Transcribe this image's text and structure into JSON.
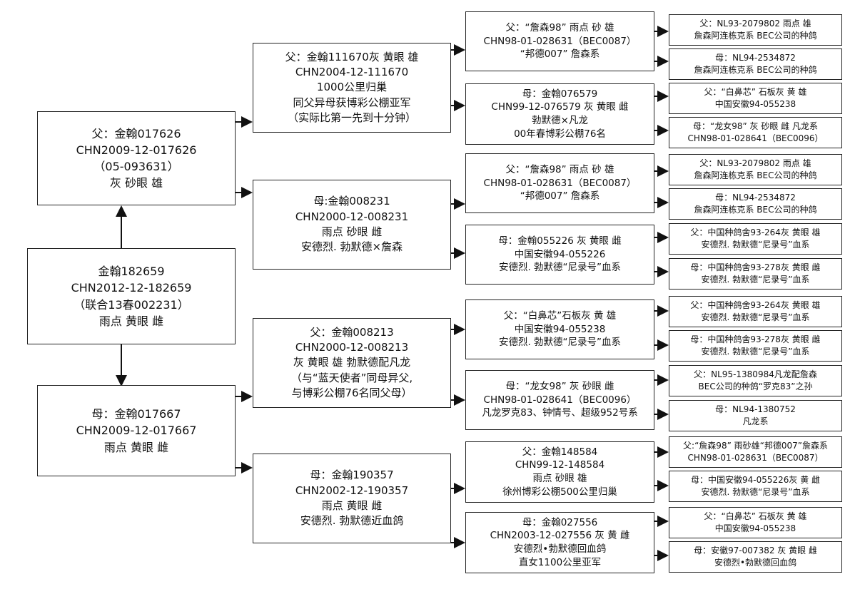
{
  "subject": {
    "lines": [
      "金翰182659",
      "CHN2012-12-182659",
      "（联合13春002231）",
      "雨点 黄眼 雌"
    ]
  },
  "father": {
    "lines": [
      "父：金翰017626",
      "CHN2009-12-017626",
      "（05-093631）",
      "灰 砂眼 雄"
    ]
  },
  "mother": {
    "lines": [
      "母：金翰017667",
      "CHN2009-12-017667",
      "雨点 黄眼 雌"
    ]
  },
  "gen2": [
    {
      "lines": [
        "父：金翰111670灰 黄眼 雄",
        "CHN2004-12-111670",
        "1000公里归巢",
        "同父异母获博彩公棚亚军",
        "（实际比第一先到十分钟）"
      ]
    },
    {
      "lines": [
        "母:金翰008231",
        "CHN2000-12-008231",
        "雨点 砂眼 雌",
        "安德烈. 勃默德×詹森"
      ]
    },
    {
      "lines": [
        "父：金翰008213",
        "CHN2000-12-008213",
        "灰 黄眼 雄  勃默德配凡龙",
        "（与“蓝天使者”同母异父,",
        "与博彩公棚76名同父母）"
      ]
    },
    {
      "lines": [
        "母：金翰190357",
        "CHN2002-12-190357",
        "雨点 黄眼 雌",
        "安德烈. 勃默德近血鸽"
      ]
    }
  ],
  "gen3": [
    {
      "lines": [
        "父：“詹森98” 雨点 砂 雄",
        "CHN98-01-028631（BEC0087）",
        "“邦德007”  詹森系"
      ]
    },
    {
      "lines": [
        "母：金翰076579",
        "CHN99-12-076579 灰 黄眼 雌",
        "勃默德×凡龙",
        "00年春博彩公棚76名"
      ]
    },
    {
      "lines": [
        "父：“詹森98”  雨点 砂 雄",
        "CHN98-01-028631（BEC0087）",
        "“邦德007”  詹森系"
      ]
    },
    {
      "lines": [
        "母：金翰055226  灰 黄眼 雌",
        "中国安徽94-055226",
        "安德烈. 勃默德“尼录号”血系"
      ]
    },
    {
      "lines": [
        "父：“白鼻芯”石板灰 黄 雄",
        "中国安徽94-055238",
        "安德烈. 勃默德“尼录号”血系"
      ]
    },
    {
      "lines": [
        "母：“龙女98”  灰 砂眼 雌",
        "CHN98-01-028641（BEC0096）",
        "凡龙罗克83、钟情号、超级952号系"
      ]
    },
    {
      "lines": [
        "父：金翰148584",
        "CHN99-12-148584",
        "雨点 砂眼 雄",
        "徐州博彩公棚500公里归巢"
      ]
    },
    {
      "lines": [
        "母：金翰027556",
        "CHN2003-12-027556 灰 黄 雌",
        "安德烈•勃默德回血鸽",
        "直女1100公里亚军"
      ]
    }
  ],
  "gen4": [
    {
      "lines": [
        "父：NL93-2079802 雨点 雄",
        "詹森阿连栋克系 BEC公司的种鸽"
      ]
    },
    {
      "lines": [
        "母：NL94-2534872",
        "詹森阿连栋克系 BEC公司的种鸽"
      ]
    },
    {
      "lines": [
        "父：“白鼻芯”  石板灰 黄 雄",
        "中国安徽94-055238"
      ]
    },
    {
      "lines": [
        "母：“龙女98” 灰 砂眼 雌 凡龙系",
        "CHN98-01-028641（BEC0096）"
      ]
    },
    {
      "lines": [
        "父：NL93-2079802 雨点 雄",
        "詹森阿连栋克系 BEC公司的种鸽"
      ]
    },
    {
      "lines": [
        "母：NL94-2534872",
        "詹森阿连栋克系 BEC公司的种鸽"
      ]
    },
    {
      "lines": [
        "父：中国种鸽舍93-264灰 黄眼 雄",
        "安德烈. 勃默德“尼录号”血系"
      ]
    },
    {
      "lines": [
        "母：中国种鸽舍93-278灰 黄眼 雌",
        "安德烈. 勃默德“尼录号”血系"
      ]
    },
    {
      "lines": [
        "父：中国种鸽舍93-264灰 黄眼 雄",
        "安德烈. 勃默德“尼录号”血系"
      ]
    },
    {
      "lines": [
        "母：中国种鸽舍93-278灰 黄眼 雌",
        "安德烈. 勃默德“尼录号”血系"
      ]
    },
    {
      "lines": [
        "父：NL95-1380984凡龙配詹森",
        "BEC公司的种鸽“罗克83”之孙"
      ]
    },
    {
      "lines": [
        "母：NL94-1380752",
        "凡龙系"
      ]
    },
    {
      "lines": [
        "父:“詹森98” 雨砂雄“邦德007”詹森系",
        "CHN98-01-028631（BEC0087）"
      ]
    },
    {
      "lines": [
        "母：中国安徽94-055226灰 黄 雌",
        "安德烈. 勃默德“尼录号”血系"
      ]
    },
    {
      "lines": [
        "父：“白鼻芯”  石板灰 黄 雄",
        "中国安徽94-055238"
      ]
    },
    {
      "lines": [
        "母：安徽97-007382  灰 黄眼 雌",
        "安德烈•勃默德回血鸽"
      ]
    }
  ]
}
